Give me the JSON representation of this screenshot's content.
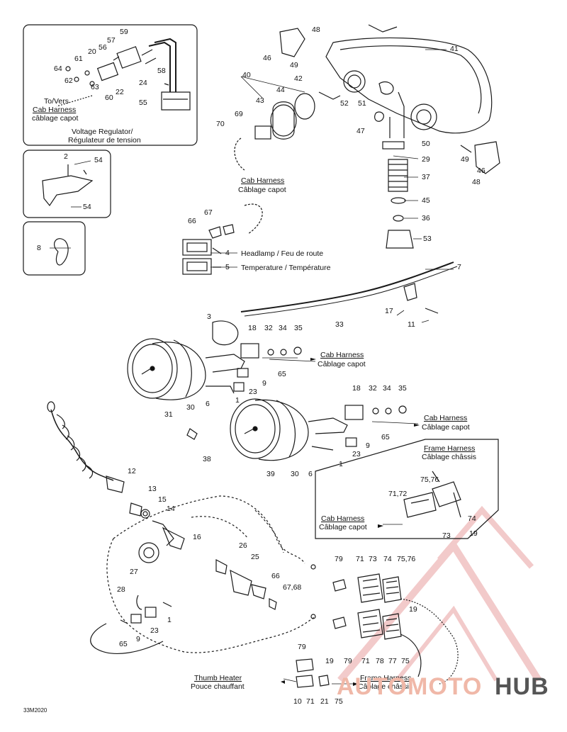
{
  "figure_code": "33M2020",
  "labels": {
    "voltage_to": "To/Vers",
    "voltage_cab": "Cab Harness",
    "voltage_cab_fr": "câblage capot",
    "voltage_title": "Voltage Regulator/",
    "voltage_title_fr": "Régulateur de tension",
    "cab1_en": "Cab Harness",
    "cab1_fr": "Câblage capot",
    "headlamp": "Headlamp / Feu de route",
    "temperature": "Temperature / Température",
    "cab2_en": "Cab Harness",
    "cab2_fr": "Câblage capot",
    "cab3_en": "Cab Harness",
    "cab3_fr": "Câblage capot",
    "frame_box_en": "Frame Harness",
    "frame_box_fr": "Câblage châssis",
    "cab4_en": "Cab Harness",
    "cab4_fr": "Câblage capot",
    "thumb_en": "Thumb Heater",
    "thumb_fr": "Pouce chauffant",
    "frame2_en": "Frame Harness",
    "frame2_fr": "Câblage châssis"
  },
  "callouts": {
    "c59": "59",
    "c57": "57",
    "c56": "56",
    "c20": "20",
    "c61": "61",
    "c64": "64",
    "c62": "62",
    "c63": "63",
    "c60": "60",
    "c22": "22",
    "c58": "58",
    "c24": "24",
    "c55": "55",
    "c2": "2",
    "c54a": "54",
    "c54b": "54",
    "c8": "8",
    "c48a": "48",
    "c46a": "46",
    "c49a": "49",
    "c41": "41",
    "c40": "40",
    "c42": "42",
    "c44": "44",
    "c43": "43",
    "c52": "52",
    "c51": "51",
    "c69": "69",
    "c70": "70",
    "c47": "47",
    "c50": "50",
    "c29": "29",
    "c37": "37",
    "c45": "45",
    "c36": "36",
    "c53": "53",
    "c49b": "49",
    "c46b": "46",
    "c48b": "48",
    "c67": "67",
    "c66": "66",
    "c4": "4",
    "c5": "5",
    "c7": "7",
    "c17": "17",
    "c11": "11",
    "c33": "33",
    "c3": "3",
    "c18a": "18",
    "c32a": "32",
    "c34a": "34",
    "c35a": "35",
    "c65a": "65",
    "c9a": "9",
    "c23a": "23",
    "c1a": "1",
    "c31": "31",
    "c30a": "30",
    "c6a": "6",
    "c18b": "18",
    "c32b": "32",
    "c34b": "34",
    "c35b": "35",
    "c65b": "65",
    "c9b": "9",
    "c23b": "23",
    "c1b": "1",
    "c38": "38",
    "c39": "39",
    "c30b": "30",
    "c6b": "6",
    "c7576a": "75,76",
    "c7172a": "71,72",
    "c74a": "74",
    "c73a": "73",
    "c19a": "19",
    "c12": "12",
    "c13": "13",
    "c15": "15",
    "c14": "14",
    "c16": "16",
    "c27": "27",
    "c26": "26",
    "c25": "25",
    "c66b": "66",
    "c6768": "67,68",
    "c28": "28",
    "c1c": "1",
    "c23c": "23",
    "c9c": "9",
    "c65c": "65",
    "c79a": "79",
    "c71a": "71",
    "c73b": "73",
    "c74b": "74",
    "c7576b": "75,76",
    "c19b": "19",
    "c79b": "79",
    "c79c": "79",
    "c71b": "71",
    "c78": "78",
    "c77": "77",
    "c75a": "75",
    "c19c": "19",
    "c10": "10",
    "c71c": "71",
    "c21": "21",
    "c75b": "75"
  },
  "watermark": {
    "part1": "AUTO",
    "part2": "MOTO",
    "part3": "HUB",
    "color1": "#f0b8a8",
    "color2": "#555555"
  }
}
